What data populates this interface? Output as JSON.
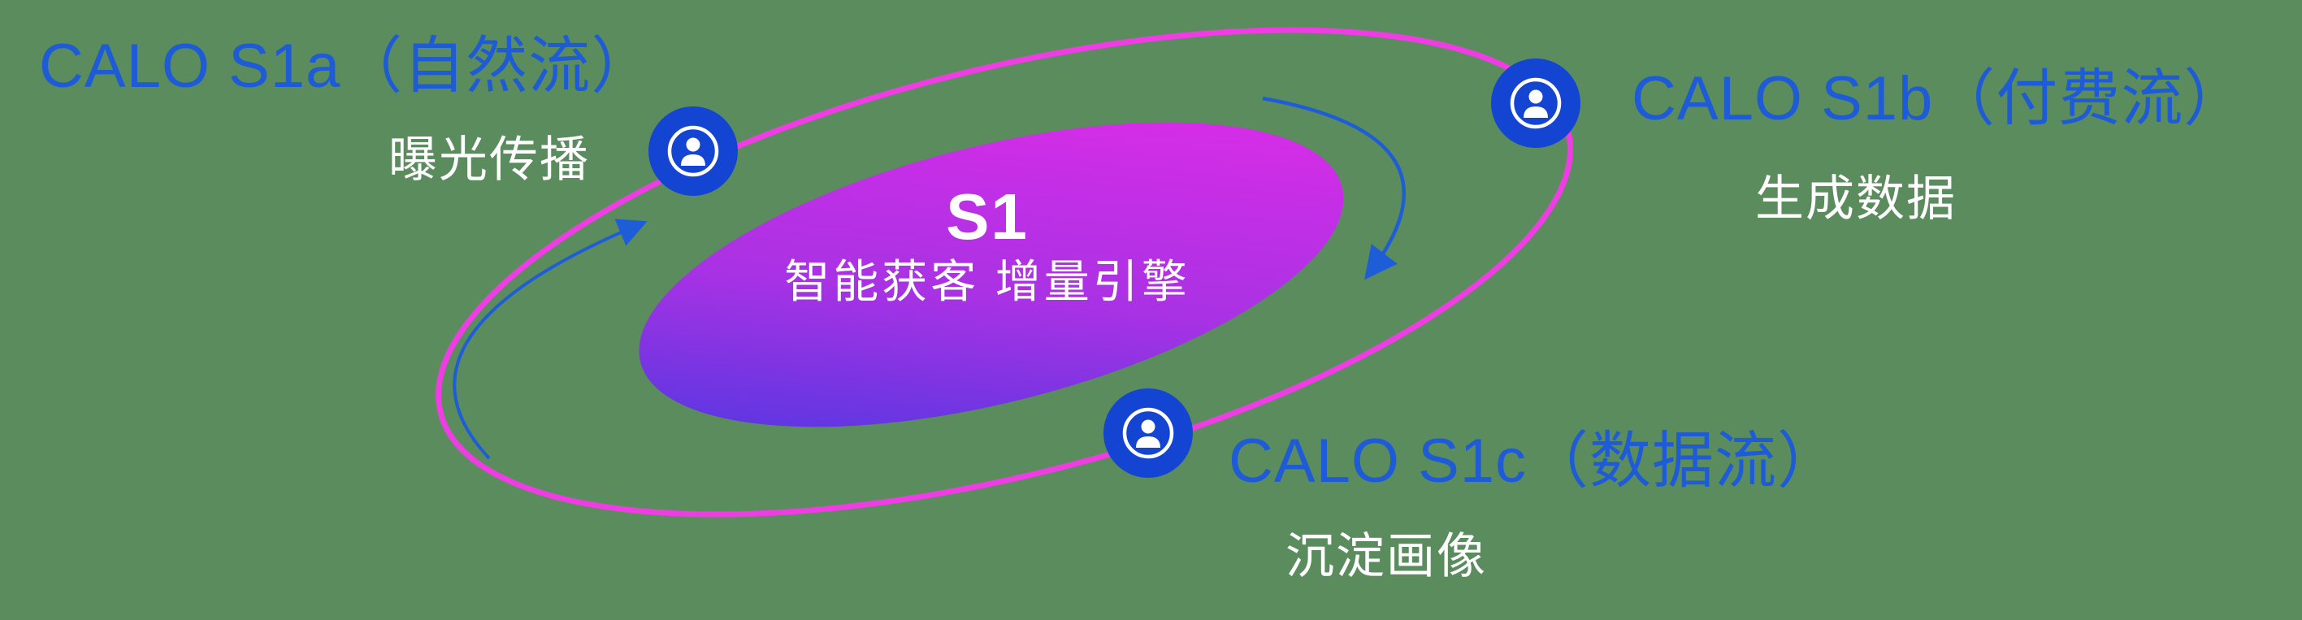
{
  "background_color": "#5b8c5e",
  "colors": {
    "title_blue": "#1e5bd6",
    "ring_pink": "#ee3ee3",
    "node_blue": "#1445d2",
    "arrow_blue": "#1d5ed8",
    "core_gradient_start": "#4038e0",
    "core_gradient_end": "#e52be8",
    "text_white": "#ffffff"
  },
  "center": {
    "title": "S1",
    "subtitle": "智能获客  增量引擎"
  },
  "nodes": [
    {
      "id": "s1a",
      "title": "CALO S1a（自然流）",
      "subtitle": "曝光传播",
      "icon": "user-icon"
    },
    {
      "id": "s1b",
      "title": "CALO S1b（付费流）",
      "subtitle": "生成数据",
      "icon": "user-icon"
    },
    {
      "id": "s1c",
      "title": "CALO S1c（数据流）",
      "subtitle": "沉淀画像",
      "icon": "user-icon"
    }
  ]
}
